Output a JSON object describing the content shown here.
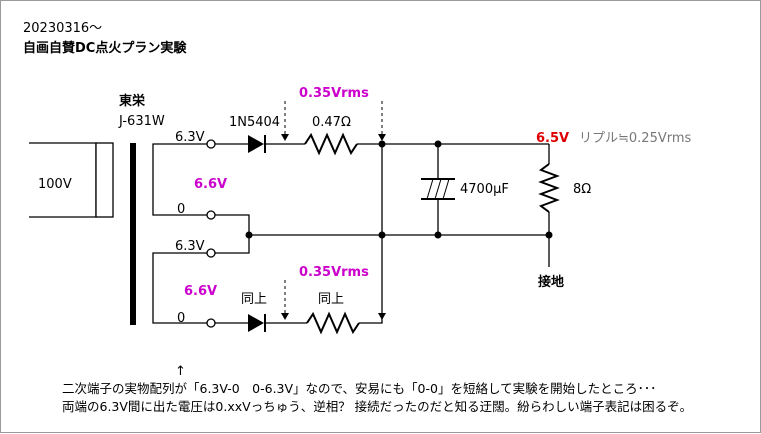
{
  "header": {
    "date": "20230316～",
    "title": "自画自賛DC点火プラン実験"
  },
  "transformer": {
    "maker": "東栄",
    "model": "J-631W",
    "primary": "100V",
    "top_tap_high": "6.3V",
    "top_tap_low": "0",
    "top_voltage": "6.6V",
    "bottom_tap_high": "6.3V",
    "bottom_tap_low": "0",
    "bottom_voltage": "6.6V"
  },
  "top_branch": {
    "diode": "1N5404",
    "resistor": "0.47Ω",
    "ripple_measure": "0.35Vrms"
  },
  "bottom_branch": {
    "diode": "同上",
    "resistor": "同上",
    "ripple_measure": "0.35Vrms"
  },
  "output": {
    "voltage": "6.5V",
    "ripple": "リプル≒0.25Vrms",
    "capacitor": "4700μF",
    "load": "8Ω",
    "ground": "接地"
  },
  "note": {
    "arrow": "↑",
    "line1": "二次端子の実物配列が「6.3V-0　0-6.3V」なので、安易にも「0-0」を短絡して実験を開始したところ･･･",
    "line2": "両端の6.3V間に出た電圧は0.xxVっちゅう、逆相？ 接続だったのだと知る迂闊。紛らわしい端子表記は困るぞ。"
  }
}
